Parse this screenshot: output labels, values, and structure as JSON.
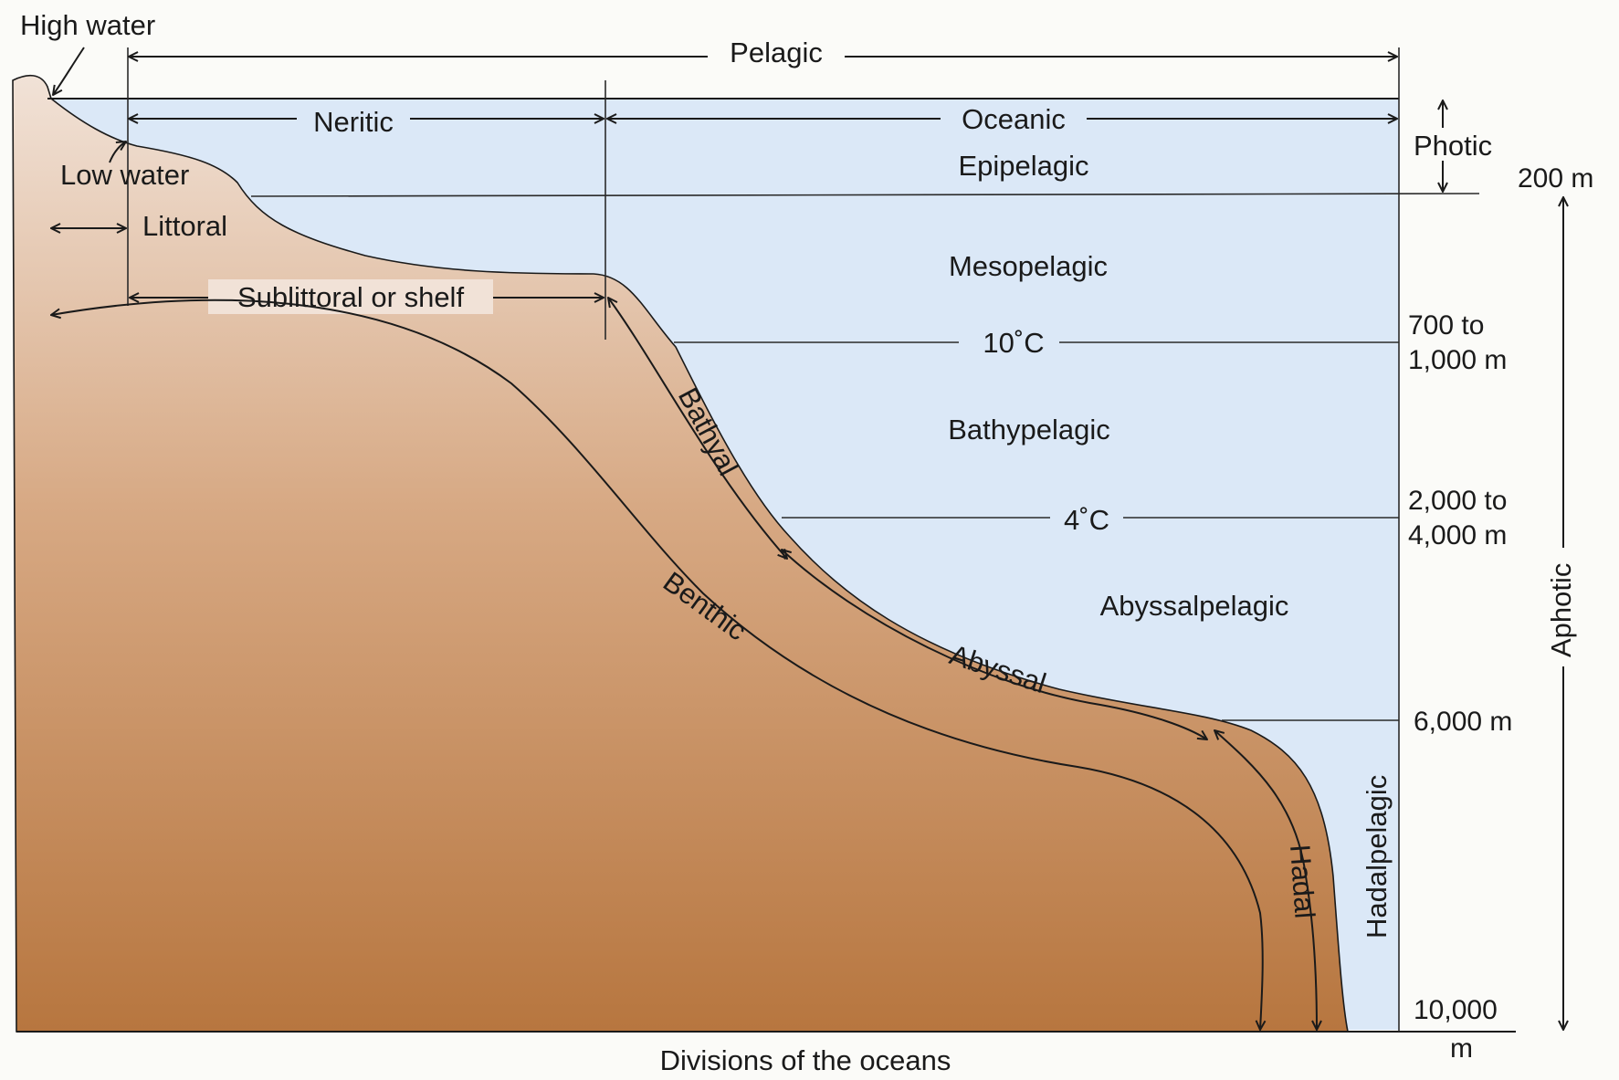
{
  "caption": "Divisions of the oceans",
  "colors": {
    "water": "#dbe8f7",
    "sediment_top": "#f1e2d7",
    "sediment_mid": "#d7a984",
    "sediment_bottom": "#b7763f",
    "ink": "#1a1a1a"
  },
  "labels": {
    "high_water": "High water",
    "low_water": "Low water",
    "pelagic": "Pelagic",
    "neritic": "Neritic",
    "oceanic": "Oceanic",
    "littoral": "Littoral",
    "sublittoral": "Sublittoral or shelf",
    "bathyal": "Bathyal",
    "benthic": "Benthic",
    "abyssal": "Abyssal",
    "hadal": "Hadal",
    "epipelagic": "Epipelagic",
    "mesopelagic": "Mesopelagic",
    "bathypelagic": "Bathypelagic",
    "abyssalpelagic": "Abyssalpelagic",
    "hadalpelagic": "Hadalpelagic",
    "temp_10": "10˚C",
    "temp_4": "4˚C",
    "photic": "Photic",
    "aphotic": "Aphotic"
  },
  "depths": {
    "d200": "200 m",
    "d700_l1": "700 to",
    "d700_l2": "1,000 m",
    "d2000_l1": "2,000 to",
    "d2000_l2": "4,000 m",
    "d6000": "6,000 m",
    "d10000_l1": "10,000",
    "d10000_l2": "m"
  }
}
